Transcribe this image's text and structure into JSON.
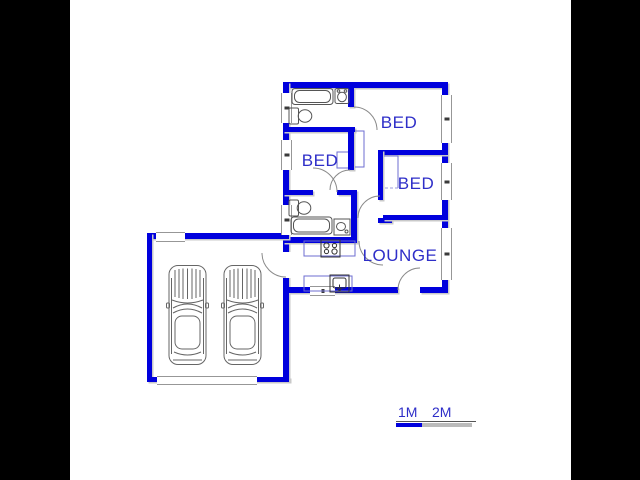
{
  "document_type": "residential floor plan",
  "colors": {
    "wall_blue": "#0000dd",
    "label_blue": "#2e2ec8",
    "scale_blue": "#0000dd",
    "scale_gray": "#bbbbbb",
    "matte_black": "#000000",
    "background": "#ffffff"
  },
  "rooms": [
    {
      "name": "bedroom-1",
      "label": "BED"
    },
    {
      "name": "bedroom-2",
      "label": "BED"
    },
    {
      "name": "bedroom-3",
      "label": "BED"
    },
    {
      "name": "lounge",
      "label": "LOUNGE"
    }
  ],
  "garage": {
    "cars_parked": 2
  },
  "fixtures": {
    "bathtub": 2,
    "toilet": 2,
    "washbasin": 2,
    "stove": 1,
    "kitchen_sink": 1,
    "windows": 9,
    "door_swings": 7
  },
  "scale_bar": {
    "label_1m": "1M",
    "label_2m": "2M"
  }
}
